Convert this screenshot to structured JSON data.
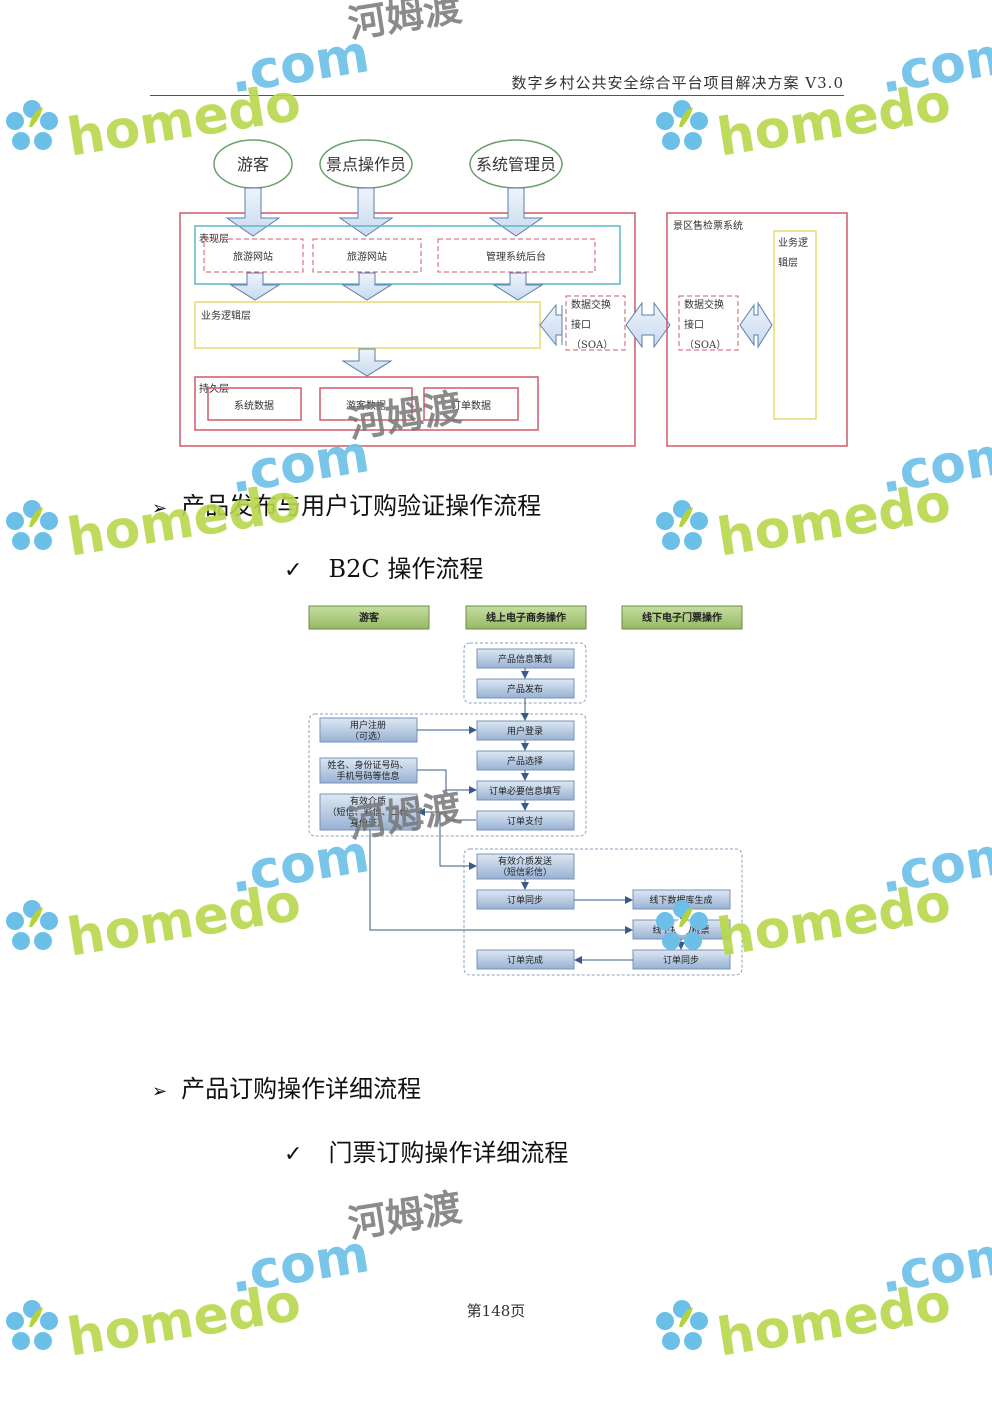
{
  "header": {
    "title": "数字乡村公共安全综合平台项目解决方案 V3.0"
  },
  "arch": {
    "actors": [
      "游客",
      "景点操作员",
      "系统管理员"
    ],
    "presentation_label": "表现层",
    "presentation_items": [
      "旅游网站",
      "旅游网站",
      "管理系统后台"
    ],
    "logic_label": "业务逻辑层",
    "data_label": "持久层",
    "data_items": [
      "系统数据",
      "游客数据",
      "订单数据"
    ],
    "interface_l1": "数据交换",
    "interface_l2": "接口",
    "interface_l3": "（SOA）",
    "external_title": "景区售检票系统",
    "external_logic_l1": "业务逻",
    "external_logic_l2": "辑层"
  },
  "sections": {
    "s1": "产品发布与用户订购验证操作流程",
    "s1_sub": "B2C 操作流程",
    "s2": "产品订购操作详细流程",
    "s2_sub": "门票订购操作详细流程"
  },
  "flow": {
    "lanes": [
      "游客",
      "线上电子商务操作",
      "线下电子门票操作"
    ],
    "online": [
      "产品信息策划",
      "产品发布",
      "用户登录",
      "产品选择",
      "订单必要信息填写",
      "订单支付"
    ],
    "user": {
      "reg_l1": "用户注册",
      "reg_l2": "（可选）",
      "info_l1": "姓名、身份证号码、",
      "info_l2": "手机号码等信息",
      "media_l1": "有效介质",
      "media_l2": "（短信、彩信、二代",
      "media_l3": "身份证）"
    },
    "send_l1": "有效介质发送",
    "send_l2": "（短信彩信）",
    "sync": "订单同步",
    "complete": "订单完成",
    "offline": [
      "线下数据库生成",
      "线下换票/检票",
      "订单同步"
    ]
  },
  "page": {
    "number": "第148页"
  },
  "watermark": {
    "brand": "homedo",
    "domain": ".com",
    "cn": "河姆渡"
  },
  "colors": {
    "lane_green": "#a8c97a",
    "box_blue": "#9fb8d8",
    "arrow_blue": "#4a6a9a"
  }
}
